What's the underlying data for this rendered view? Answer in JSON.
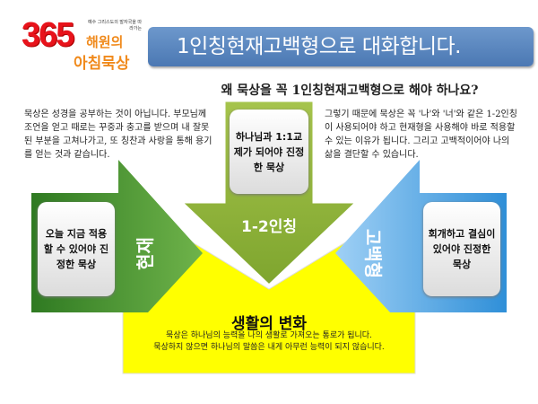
{
  "logo": {
    "number": "365",
    "tagline": "예수 그리스도의 발자국을 따라가는",
    "line1": "해원의",
    "line2": "아침묵상"
  },
  "header": {
    "title": "1인칭현재고백형으로 대화합니다."
  },
  "subtitle": "왜 묵상을 꼭 1인칭현재고백형으로 해야 하나요?",
  "paragraphs": {
    "left": "묵상은 성경을 공부하는 것이 아닙니다. 부모님께 조언을 얻고 때로는 꾸중과 충고를 받으며 내 잘못된 부분을 고쳐나가고, 또 칭찬과 사랑을 통해 용기를 얻는 것과 같습니다.",
    "right": "그렇기 때문에 묵상은 꼭 '나'와 '너'와 같은 1-2인칭이 사용되어야 하고 현재형을 사용해야 바로 적용할 수 있는 이유가 됩니다. 그리고 고백적이어야 나의 삶을 결단할 수 있습니다."
  },
  "arrows": {
    "left": {
      "label": "현재",
      "box": "오늘 지금 적용할 수 있어야 진정한 묵상",
      "color": "#3e8a2a"
    },
    "center": {
      "label": "1-2인칭",
      "box": "하나님과 1:1교제가 되어야 진정한 묵상",
      "color": "#8fb43c"
    },
    "right": {
      "label": "고백형",
      "box": "회개하고 결심이 있어야 진정한 묵상",
      "color": "#4ea2e0"
    }
  },
  "bottom": {
    "title": "생활의 변화",
    "line1": "묵상은 하나님의 능력을 나의 생활로 가져오는 통로가 됩니다.",
    "line2": "묵상하지 않으면 하나님의 말씀은 내게 아무런 능력이 되지 않습니다.",
    "color": "#ffff00"
  }
}
